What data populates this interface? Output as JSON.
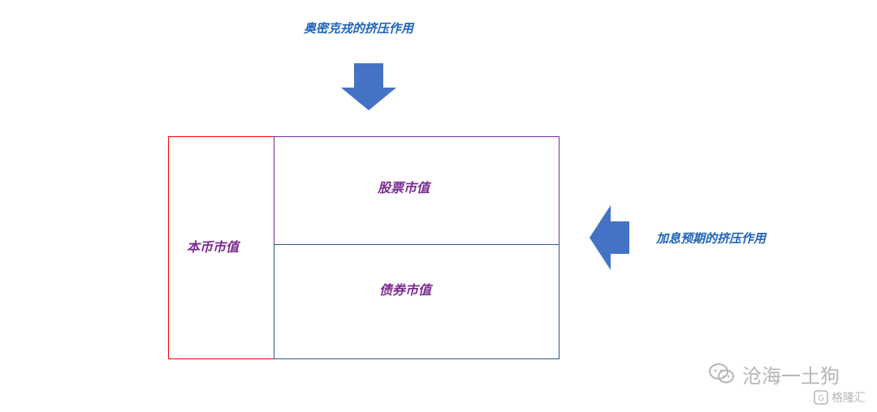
{
  "diagram": {
    "top_label": "奥密克戎的挤压作用",
    "right_label": "加息预期的挤压作用",
    "left_box_label": "本币市值",
    "top_right_box_label": "股票市值",
    "bottom_right_box_label": "债券市值"
  },
  "watermark": {
    "main_text": "沧海一土狗",
    "sub_text": "格隆汇",
    "sub_prefix": "G"
  },
  "colors": {
    "arrow": "#4472c4",
    "left_box_border": "#ff0000",
    "top_box_border": "#7030a0",
    "bottom_box_border": "#2f5597",
    "watermark": "#b5b5b5"
  }
}
